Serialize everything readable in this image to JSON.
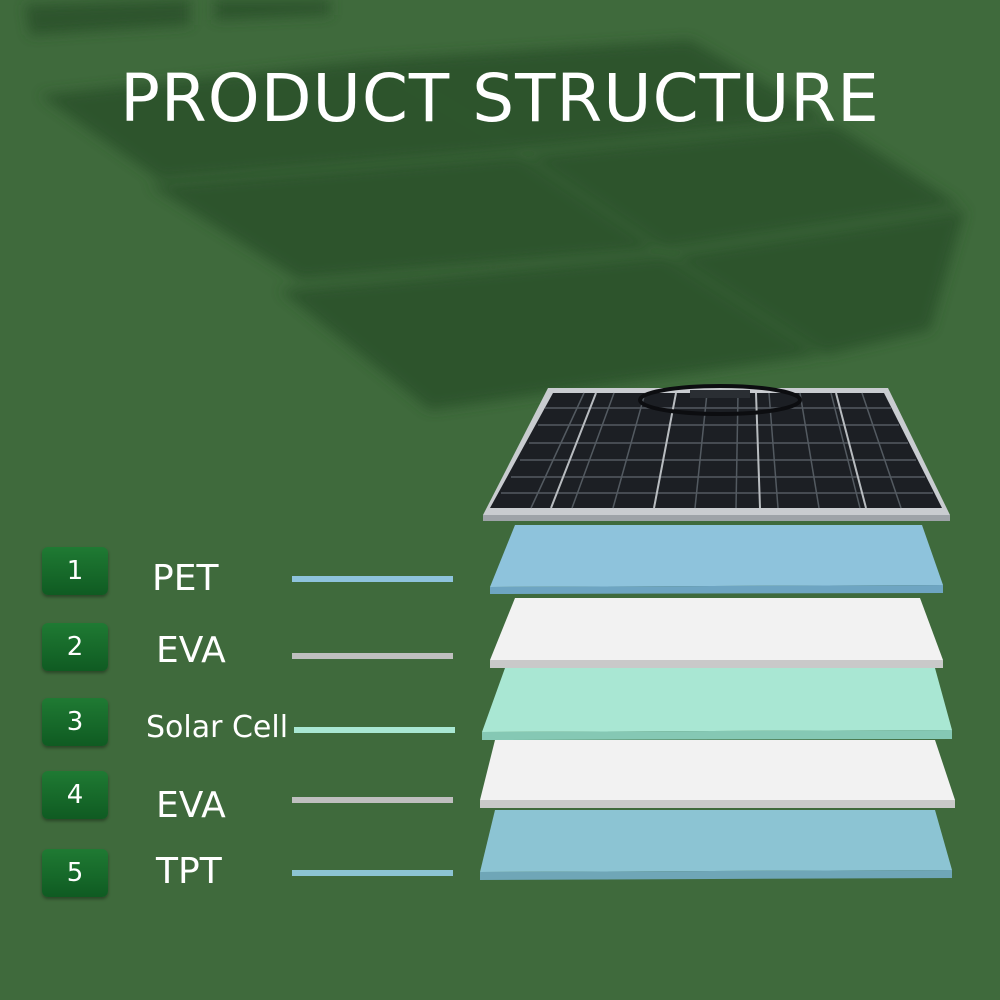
{
  "title": "PRODUCT STRUCTURE",
  "layers": [
    {
      "number": "1",
      "label": "PET",
      "color": "#8ec3dc"
    },
    {
      "number": "2",
      "label": "EVA",
      "color": "#f2f2f2"
    },
    {
      "number": "3",
      "label": "Solar Cell",
      "color": "#a9e7d3"
    },
    {
      "number": "4",
      "label": "EVA",
      "color": "#f2f2f2"
    },
    {
      "number": "5",
      "label": "TPT",
      "color": "#8cc4d3"
    }
  ],
  "colors": {
    "background": "#3f6a3c",
    "badge": "#167430",
    "line_pet": "#8ec3dc",
    "line_eva": "#bfbfbf",
    "line_cell": "#a9e7d3",
    "line_tpt": "#8cc4d3"
  }
}
